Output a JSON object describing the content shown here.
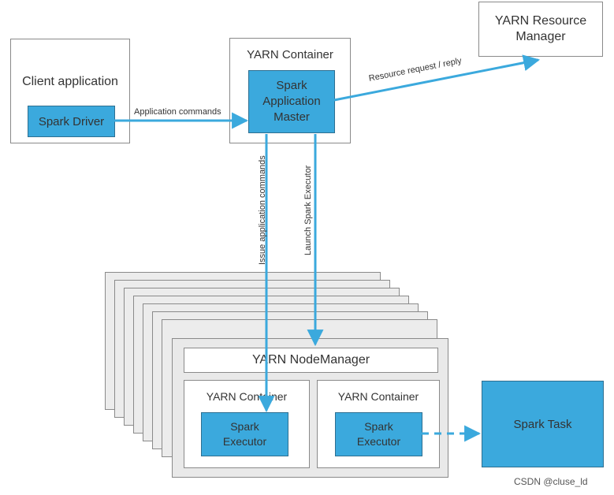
{
  "client": {
    "title": "Client application",
    "driver": "Spark Driver"
  },
  "yarn_container_top": {
    "title": "YARN Container",
    "master": [
      "Spark",
      "Application",
      "Master"
    ]
  },
  "resource_manager": {
    "title": [
      "YARN Resource",
      "Manager"
    ]
  },
  "edges": {
    "application_commands": "Application commands",
    "resource_request": "Resource request / reply",
    "issue_application_commands": "Issue application commands",
    "launch_spark_executor": "Launch Spark Executor"
  },
  "node_manager": {
    "title": "YARN NodeManager",
    "containers": [
      {
        "title": "YARN Container",
        "executor": [
          "Spark",
          "Executor"
        ]
      },
      {
        "title": "YARN Container",
        "executor": [
          "Spark",
          "Executor"
        ]
      }
    ]
  },
  "spark_task": {
    "label": "Spark Task"
  },
  "watermark": "CSDN @cluse_ld",
  "colors": {
    "blue_fill": "#3ba9dd",
    "arrow": "#3ba9dd",
    "border": "#8a8a8a",
    "stack_fill": "#ececec"
  }
}
